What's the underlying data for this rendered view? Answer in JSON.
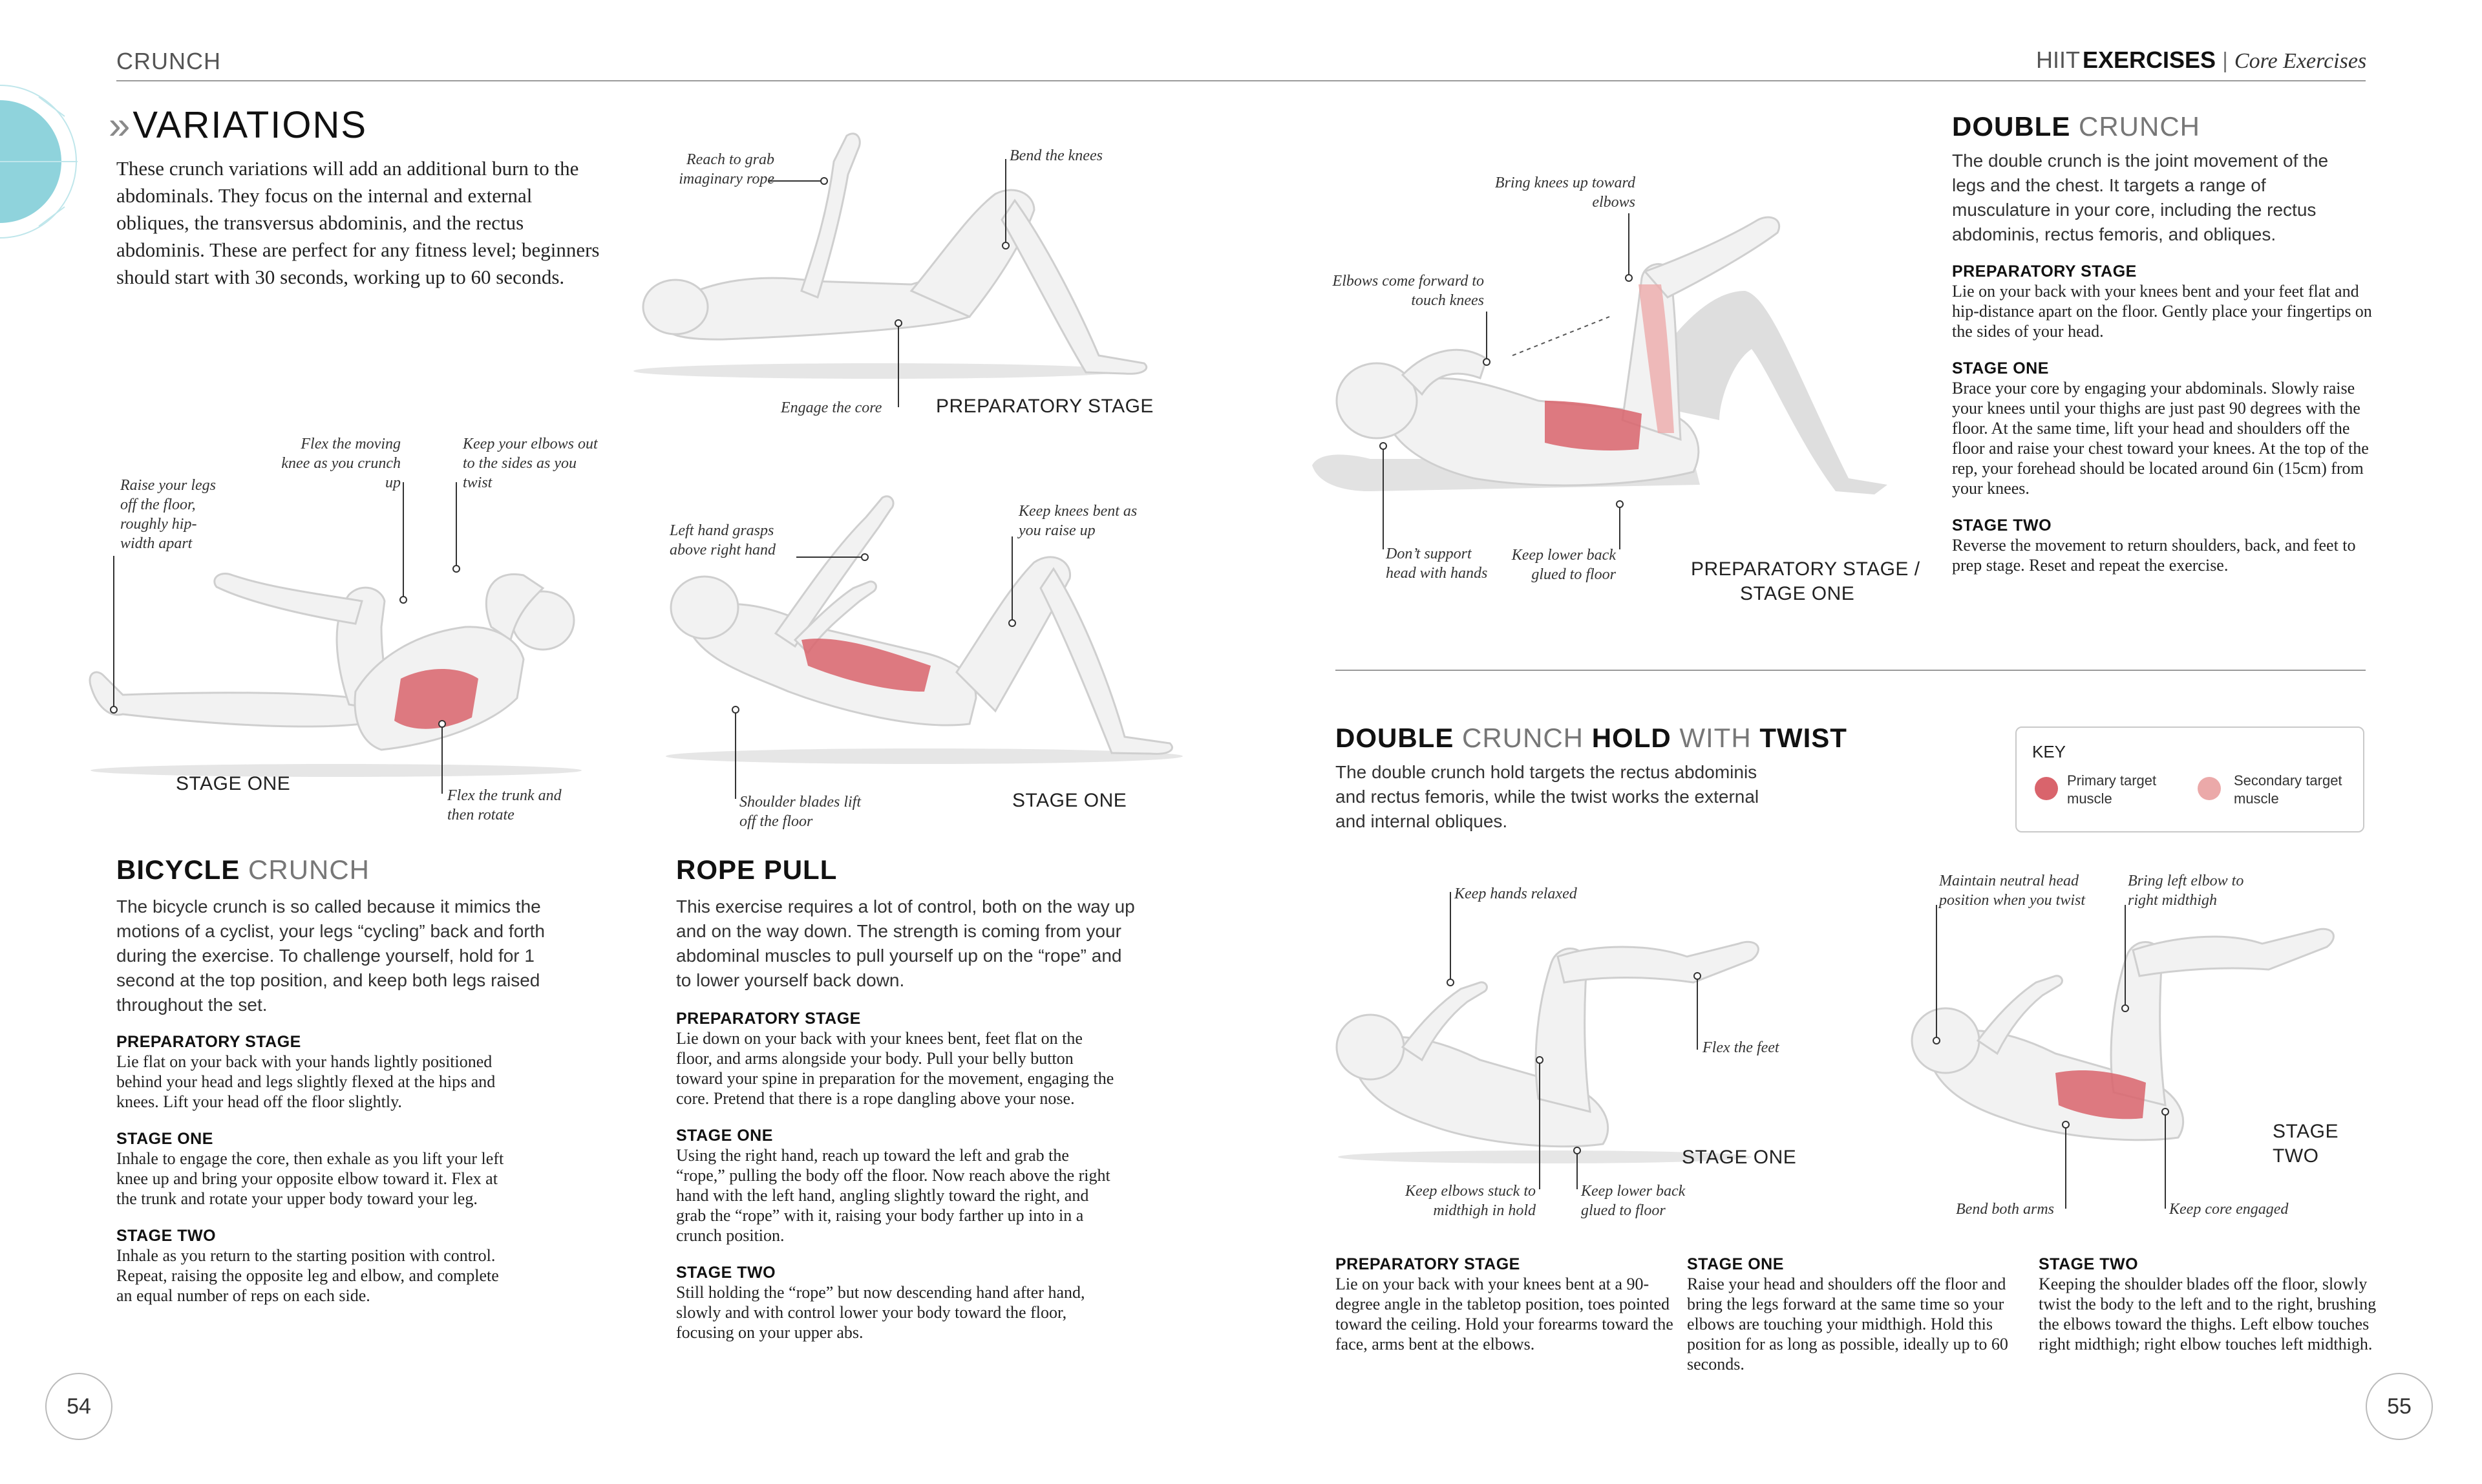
{
  "header": {
    "left_label": "CRUNCH",
    "right_prefix": "HIIT",
    "right_section": "EXERCISES",
    "right_divider": "|",
    "right_chapter": "Core Exercises"
  },
  "variations": {
    "chevron": "»",
    "title": "VARIATIONS",
    "intro": "These crunch variations will add an additional burn to the abdominals. They focus on the internal and external obliques, the transversus abdominis, and the rectus abdominis. These are perfect for any fitness level; beginners should start with 30 seconds, working up to 60 seconds."
  },
  "rope_prep_fig": {
    "notes": [
      "Reach to grab imaginary rope",
      "Bend the knees",
      "Engage the core"
    ],
    "stage": "PREPARATORY STAGE"
  },
  "bicycle_fig": {
    "notes": [
      "Raise your legs off the floor, roughly hip-width apart",
      "Flex the moving knee as you crunch up",
      "Keep your elbows out to the sides as you twist",
      "Flex the trunk and then rotate"
    ],
    "stage": "STAGE ONE"
  },
  "rope_stage_fig": {
    "notes": [
      "Left hand grasps above right hand",
      "Keep knees bent as you raise up",
      "Shoulder blades lift off the floor"
    ],
    "stage": "STAGE ONE"
  },
  "bicycle": {
    "title_bold": "BICYCLE",
    "title_light": "CRUNCH",
    "intro": "The bicycle crunch is so called because it mimics the motions of a cyclist, your legs “cycling” back and forth during the exercise. To challenge yourself, hold for 1 second at the top position, and keep both legs raised throughout the set.",
    "steps": [
      {
        "heading": "PREPARATORY STAGE",
        "text": "Lie flat on your back with your hands lightly positioned behind your head and legs slightly flexed at the hips and knees. Lift your head off the floor slightly."
      },
      {
        "heading": "STAGE ONE",
        "text": "Inhale to engage the core, then exhale as you lift your left knee up and bring your opposite elbow toward it. Flex at the trunk and rotate your upper body toward your leg."
      },
      {
        "heading": "STAGE TWO",
        "text": "Inhale as you return to the starting position with control. Repeat, raising the opposite leg and elbow, and complete an equal number of reps on each side."
      }
    ]
  },
  "rope_pull": {
    "title_bold": "ROPE PULL",
    "intro": "This exercise requires a lot of control, both on the way up and on the way down. The strength is coming from your abdominal muscles to pull yourself up on the “rope” and to lower yourself back down.",
    "steps": [
      {
        "heading": "PREPARATORY STAGE",
        "text": "Lie down on your back with your knees bent, feet flat on the floor, and arms alongside your body. Pull your belly button toward your spine in preparation for the movement, engaging the core. Pretend that there is a rope dangling above your nose."
      },
      {
        "heading": "STAGE ONE",
        "text": "Using the right hand, reach up toward the left and grab the “rope,” pulling the body off the floor. Now reach above the right hand with the left hand, angling slightly toward the right, and grab the “rope” with it, raising your body farther up into in a crunch position."
      },
      {
        "heading": "STAGE TWO",
        "text": "Still holding the “rope” but now descending hand after hand, slowly and with control lower your body toward the floor, focusing on your upper abs."
      }
    ]
  },
  "double_fig": {
    "notes": [
      "Bring knees up toward elbows",
      "Elbows come forward to touch knees",
      "Don’t support head with hands",
      "Keep lower back glued to floor"
    ],
    "stage_line1": "PREPARATORY STAGE /",
    "stage_line2": "STAGE ONE"
  },
  "double_crunch": {
    "title_bold": "DOUBLE",
    "title_light": "CRUNCH",
    "intro": "The double crunch is the joint movement of the legs and the chest. It targets a range of musculature in your core, including the rectus abdominis, rectus femoris, and obliques.",
    "steps": [
      {
        "heading": "PREPARATORY STAGE",
        "text": "Lie on your back with your knees bent and your feet flat and hip-distance apart on the floor. Gently place your fingertips on the sides of your head."
      },
      {
        "heading": "STAGE ONE",
        "text": "Brace your core by engaging your abdominals. Slowly raise your knees until your thighs are just past 90 degrees with the floor. At the same time, lift your head and shoulders off the floor and raise your chest toward your knees. At the top of the rep, your forehead should be located around 6in (15cm) from your knees."
      },
      {
        "heading": "STAGE TWO",
        "text": "Reverse the movement to return shoulders, back, and feet to prep stage. Reset and repeat the exercise."
      }
    ]
  },
  "hold_twist": {
    "t1": "DOUBLE",
    "t2": "CRUNCH",
    "t3": "HOLD",
    "t4": "WITH",
    "t5": "TWIST",
    "intro": "The double crunch hold targets the rectus abdominis and rectus femoris, while the twist works the external and internal obliques.",
    "steps": [
      {
        "heading": "PREPARATORY STAGE",
        "text": "Lie on your back with your knees bent at a 90-degree angle in the tabletop position, toes pointed toward the ceiling. Hold your forearms toward the face, arms bent at the elbows."
      },
      {
        "heading": "STAGE ONE",
        "text": "Raise your head and shoulders off the floor and bring the legs forward at the same time so your elbows are touching your midthigh. Hold this position for as long as possible, ideally up to 60 seconds."
      },
      {
        "heading": "STAGE TWO",
        "text": "Keeping the shoulder blades off the floor, slowly twist the body to the left and to the right, brushing the elbows toward the thighs. Left elbow touches right midthigh; right elbow touches left midthigh."
      }
    ]
  },
  "hold_fig1": {
    "notes": [
      "Keep hands relaxed",
      "Flex the feet",
      "Keep elbows stuck to midthigh in hold",
      "Keep lower back glued to floor"
    ],
    "stage": "STAGE ONE"
  },
  "hold_fig2": {
    "notes": [
      "Maintain neutral head position when you twist",
      "Bring left elbow to right midthigh",
      "Bend both arms",
      "Keep core engaged"
    ],
    "stage_line1": "STAGE",
    "stage_line2": "TWO"
  },
  "key": {
    "title": "KEY",
    "primary": "Primary target muscle",
    "secondary": "Secondary target muscle",
    "primary_color": "#d9646c",
    "secondary_color": "#eba9a9"
  },
  "page_numbers": {
    "left": "54",
    "right": "55"
  },
  "colors": {
    "accent_tab": "#8fd3dc"
  }
}
